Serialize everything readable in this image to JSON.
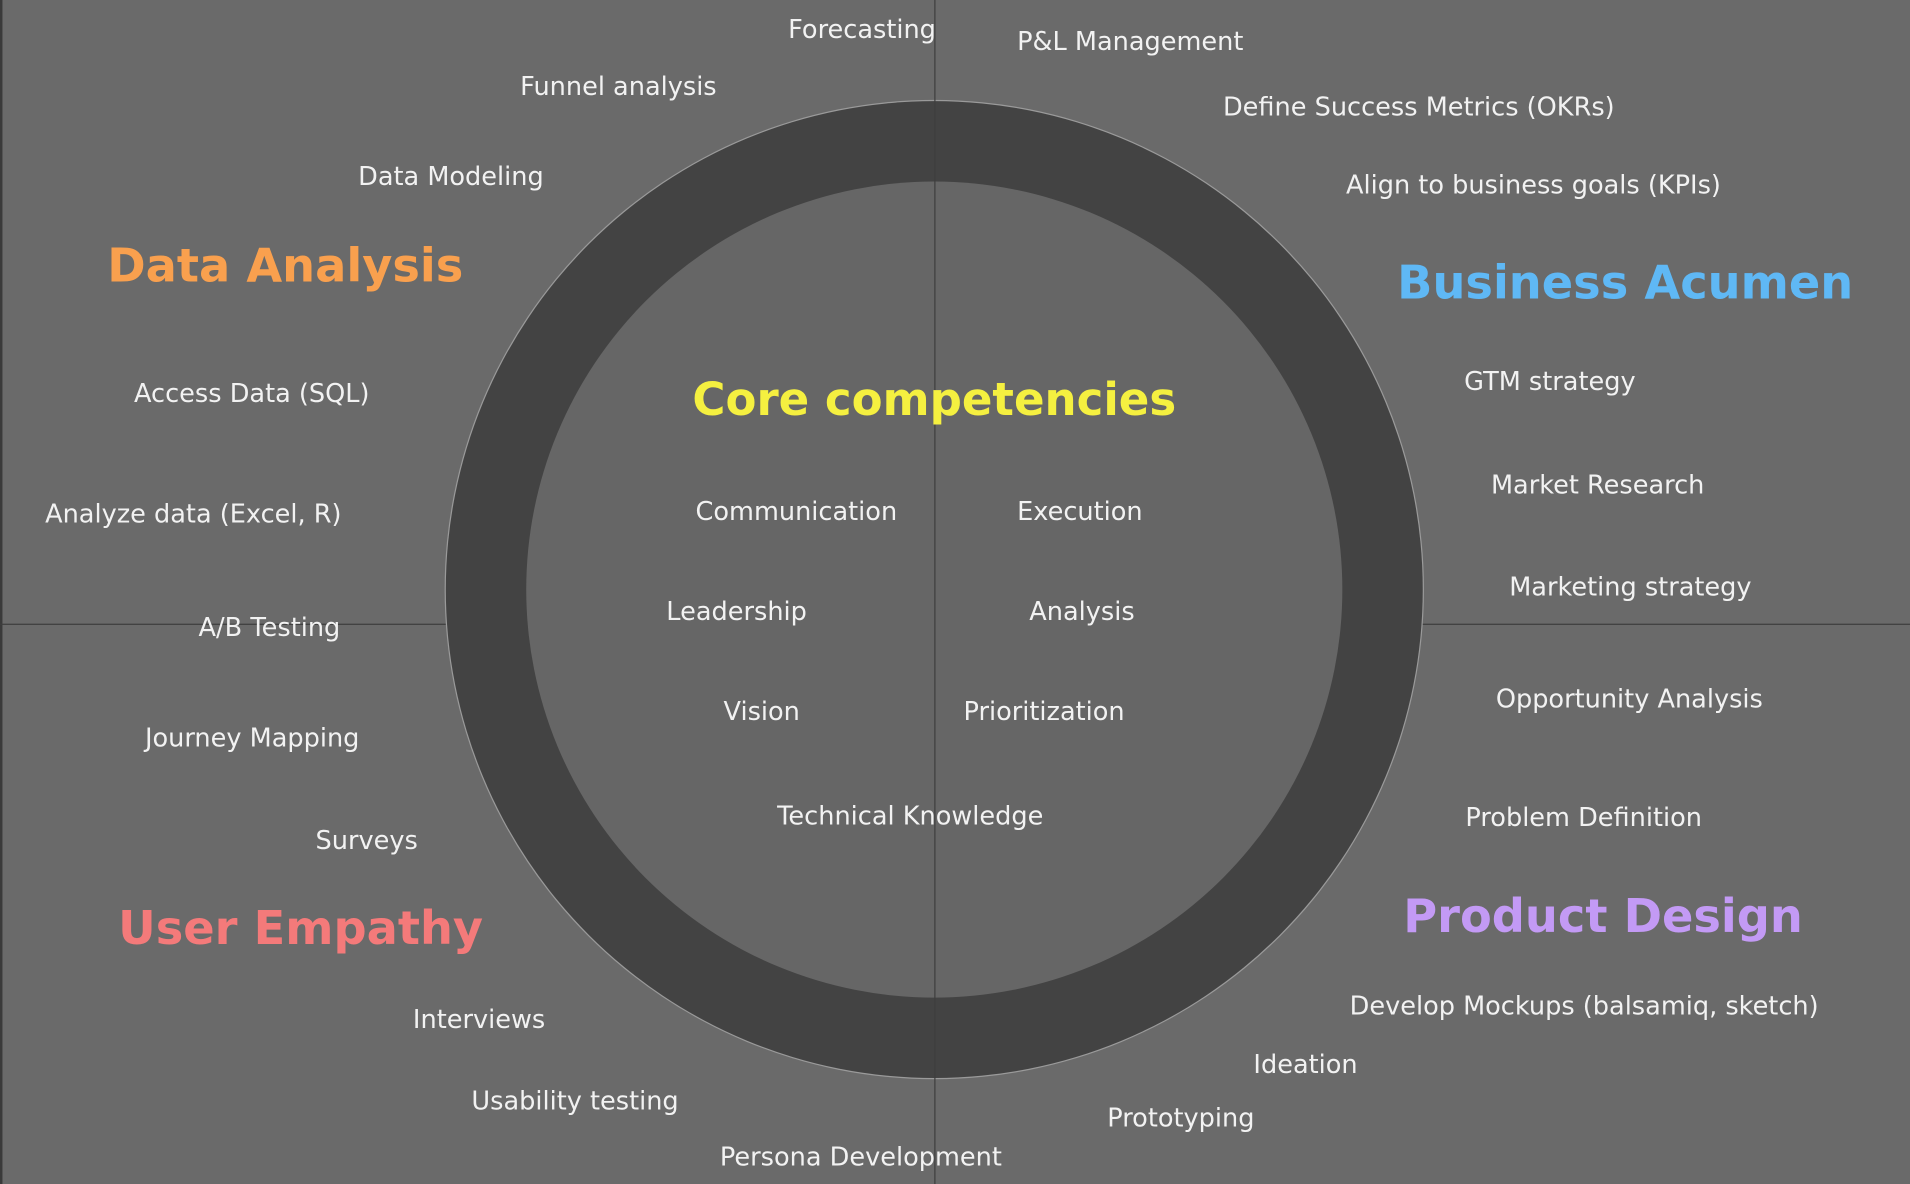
{
  "center": {
    "title": "Core competencies",
    "title_color": "#f5f040",
    "items": [
      "Communication",
      "Execution",
      "Leadership",
      "Analysis",
      "Vision",
      "Prioritization",
      "Technical Knowledge"
    ]
  },
  "quadrants": {
    "data_analysis": {
      "title": "Data Analysis",
      "color": "#f9a04e",
      "items": [
        "Forecasting",
        "Funnel analysis",
        "Data Modeling",
        "Access Data (SQL)",
        "Analyze data (Excel, R)",
        "A/B Testing"
      ]
    },
    "business_acumen": {
      "title": "Business Acumen",
      "color": "#5fb8f5",
      "items": [
        "P&L Management",
        "Define Success Metrics (OKRs)",
        "Align to business goals (KPIs)",
        "GTM strategy",
        "Market Research",
        "Marketing strategy"
      ]
    },
    "user_empathy": {
      "title": "User Empathy",
      "color": "#f47a7a",
      "items": [
        "Journey Mapping",
        "Surveys",
        "Interviews",
        "Usability testing",
        "Persona Development"
      ]
    },
    "product_design": {
      "title": "Product Design",
      "color": "#c39af5",
      "items": [
        "Opportunity Analysis",
        "Problem Definition",
        "Develop Mockups (balsamiq, sketch)",
        "Ideation",
        "Prototyping"
      ]
    }
  }
}
